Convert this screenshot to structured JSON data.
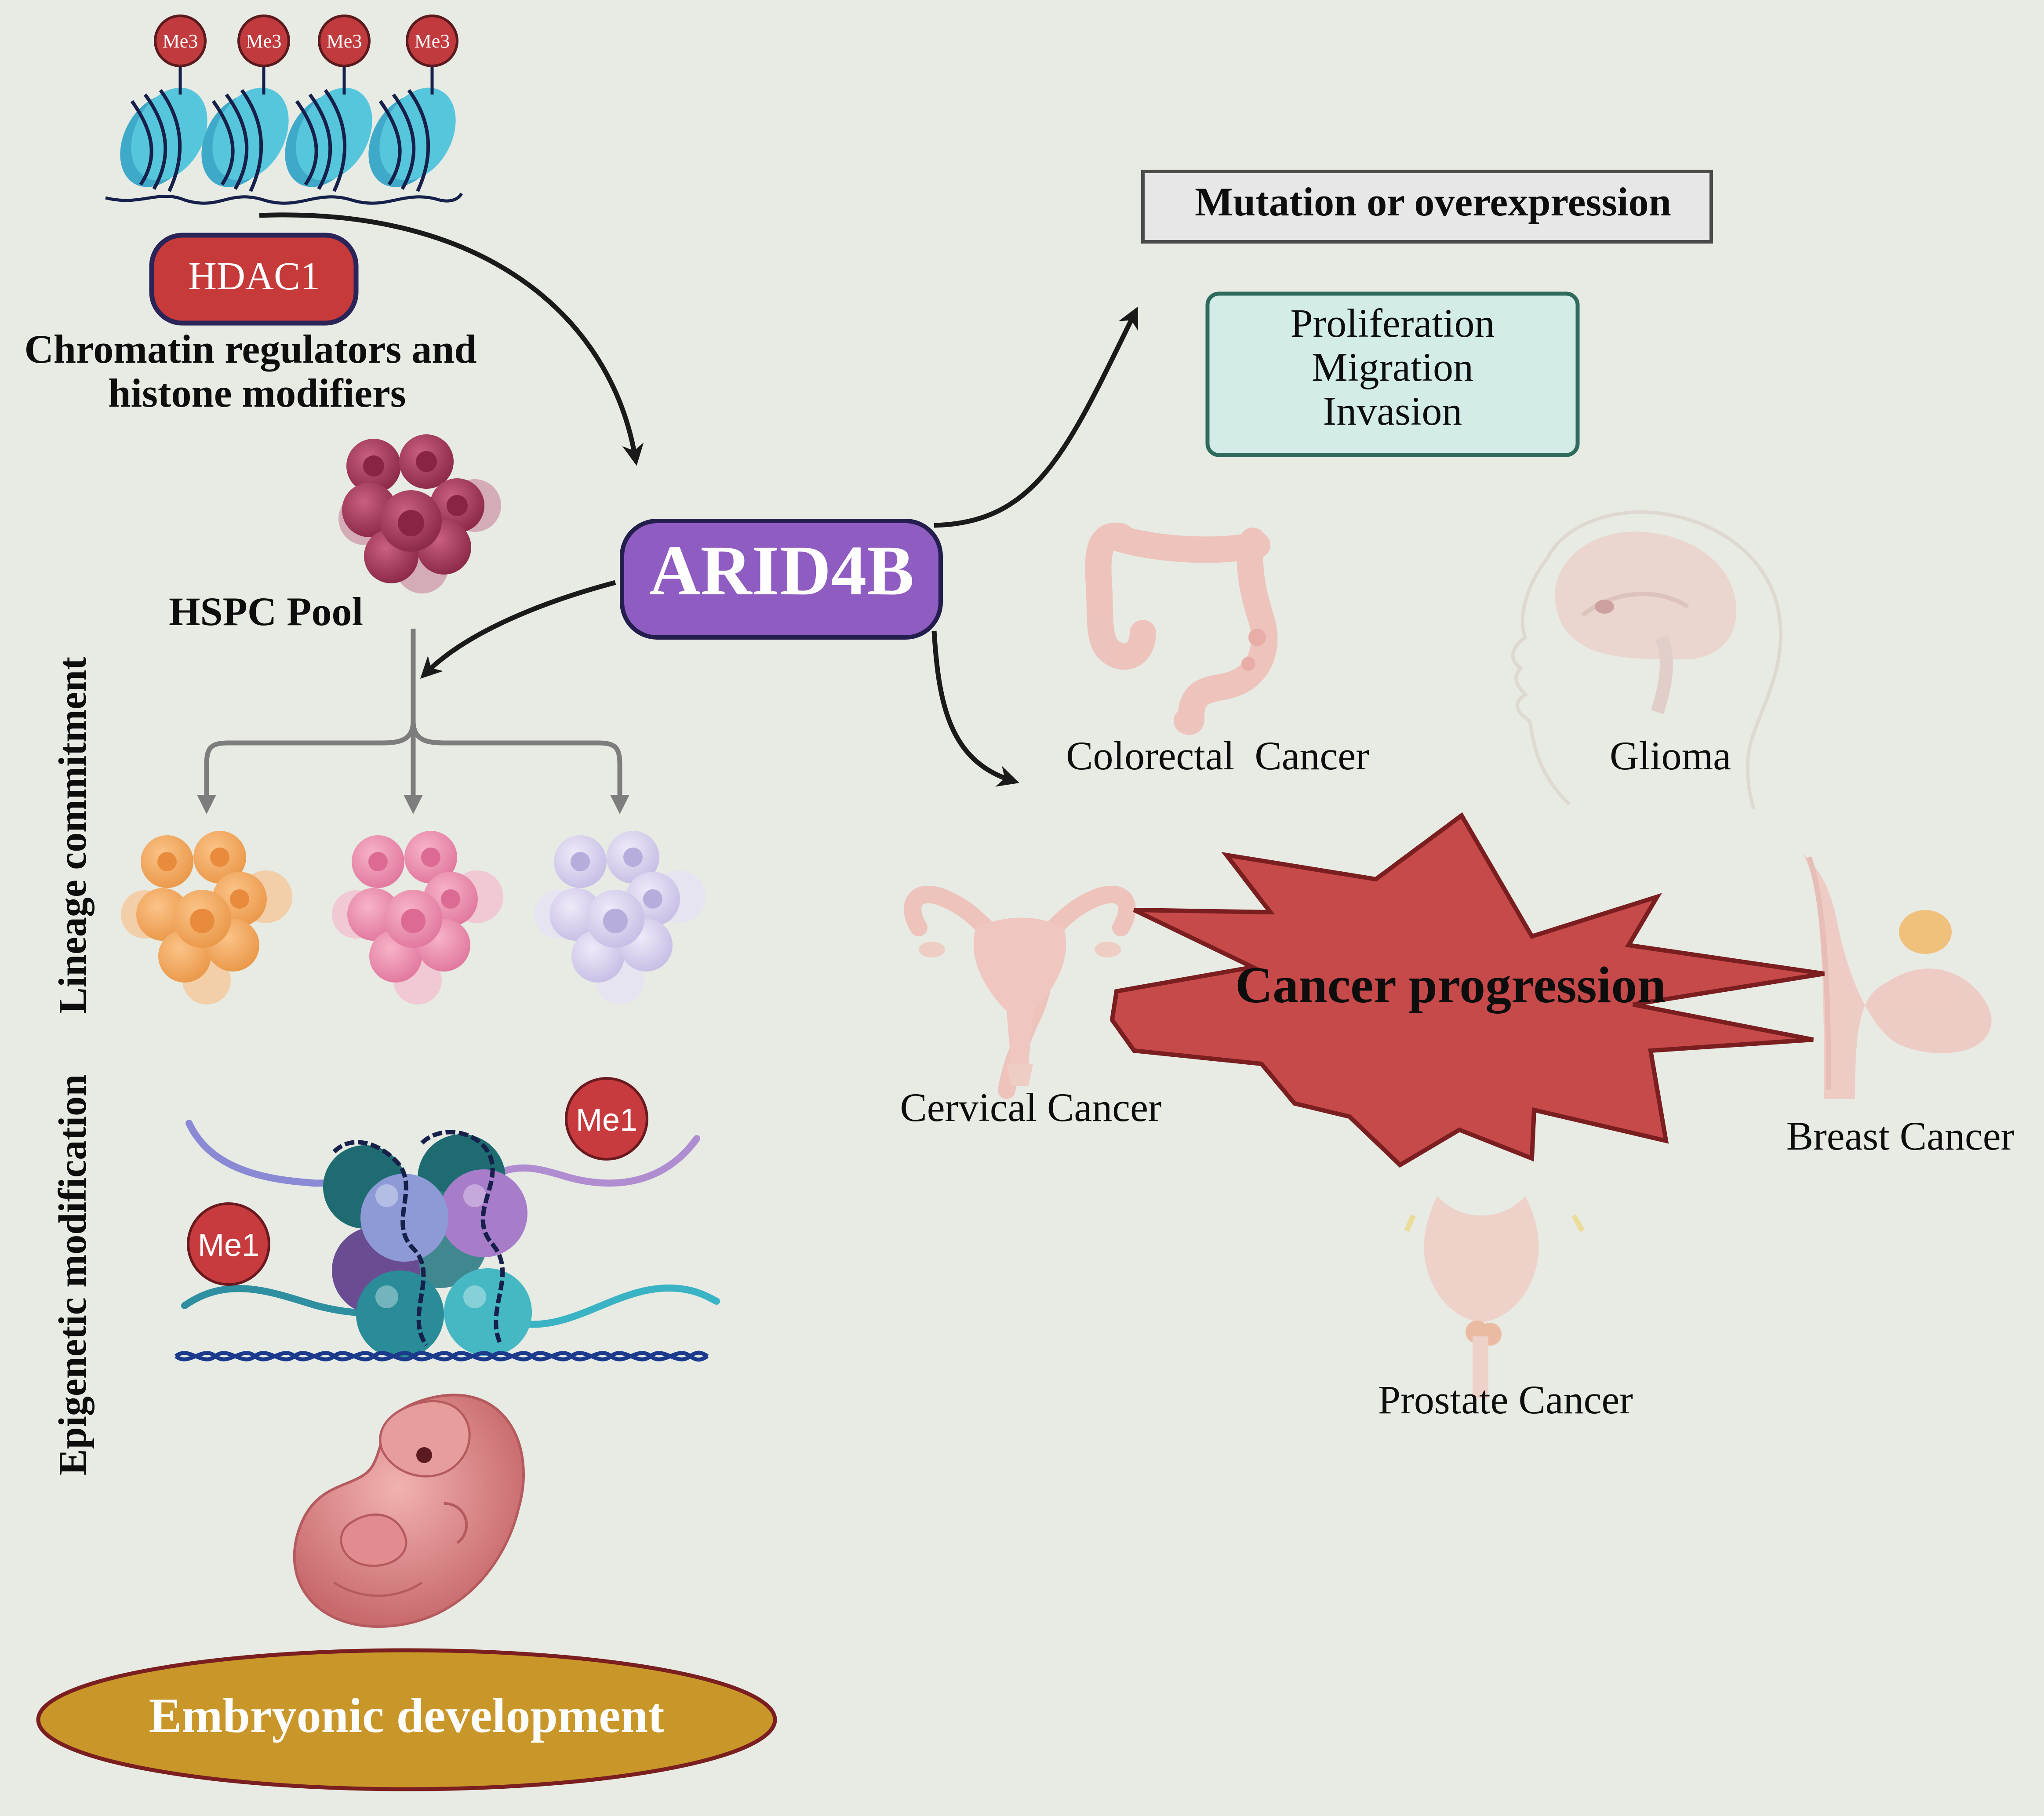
{
  "top_left": {
    "me3_labels": [
      "Me3",
      "Me3",
      "Me3",
      "Me3"
    ],
    "hdac1": "HDAC1",
    "regulators_line1": "Chromatin regulators and",
    "regulators_line2": "histone modifiers"
  },
  "hspc": {
    "label": "HSPC Pool"
  },
  "center": {
    "arid4b": "ARID4B"
  },
  "left_side": {
    "lineage": "Lineage commitment",
    "epigenetic": "Epigenetic modification",
    "me1_labels": [
      "Me1",
      "Me1"
    ],
    "embryonic": "Embryonic development"
  },
  "right_side": {
    "mutation": "Mutation or overexpression",
    "effects": [
      "Proliferation",
      "Migration",
      "Invasion"
    ],
    "colorectal": "Colorectal  Cancer",
    "glioma": "Glioma",
    "cancer_progression": "Cancer progression",
    "cervical": "Cervical Cancer",
    "breast": "Breast Cancer",
    "prostate": "Prostate Cancer"
  },
  "colors": {
    "background": "#e7ebe4",
    "arid4b_fill": "#8f5cc2",
    "hdac1_fill": "#c73a3a",
    "star_fill": "#c74a4a",
    "embryonic_fill": "#c9962a",
    "effects_fill": "#d3ece7",
    "effects_border": "#2e6b5c",
    "arrow_black": "#1a1a1a",
    "arrow_grey": "#7d7d7d"
  }
}
